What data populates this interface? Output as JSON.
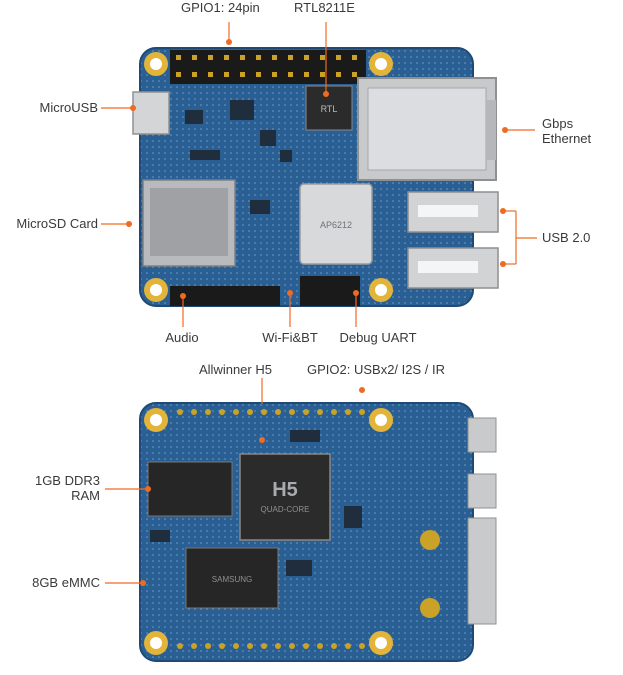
{
  "accent_color": "#ef6a22",
  "pcb_color": "#2a5f93",
  "top_view": {
    "labels": {
      "gpio1": "GPIO1: 24pin",
      "rtl": "RTL8211E",
      "microusb": "MicroUSB",
      "ethernet_line1": "Gbps",
      "ethernet_line2": "Ethernet",
      "microsd": "MicroSD Card",
      "usb20": "USB 2.0",
      "audio": "Audio",
      "wifi": "Wi-Fi&BT",
      "debug": "Debug UART"
    },
    "chip_text": {
      "rtl_chip": "RTL",
      "wifi_module": "AP6212"
    }
  },
  "bottom_view": {
    "labels": {
      "allwinner": "Allwinner H5",
      "gpio2": "GPIO2: USBx2/ I2S / IR",
      "ddr_line1": "1GB DDR3",
      "ddr_line2": "RAM",
      "emmc": "8GB eMMC"
    },
    "chip_text": {
      "soc_line1": "H5",
      "soc_line2": "QUAD-CORE",
      "emmc_chip": "SAMSUNG"
    }
  }
}
